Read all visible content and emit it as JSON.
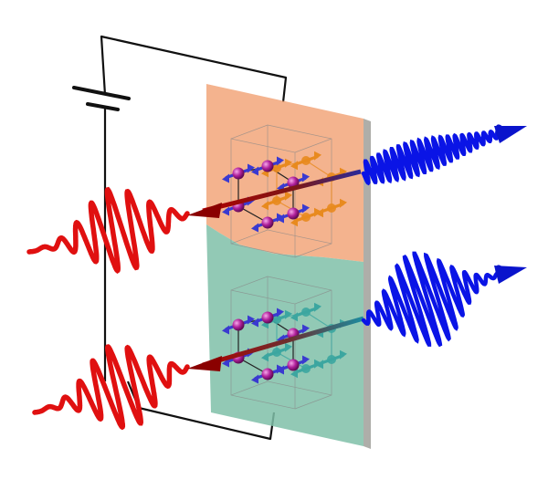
{
  "figure": {
    "background": "#ffffff",
    "panel_top_color": "#f2a67a",
    "panel_bottom_color": "#7fbfa8",
    "panel_edge_color": "#9a8f86",
    "wire_color": "#111111",
    "battery_color": "#111111",
    "incident_pulse_color": "#e01010",
    "incident_beam_color": "#9a0000",
    "emitted_pulse_color": "#0a14e6",
    "emitted_arrow_color": "#0a14cc",
    "atom_color": "#b0209a",
    "spin_top_color": "#e88a1e",
    "spin_bottom_color": "#3ca6a0",
    "spin_dark_color": "#3a3ad0",
    "lattice_line_color": "#222222"
  },
  "elements": {
    "circuit": "circuit-wire",
    "battery": "battery-icon",
    "panels": [
      "magnetic-film-top",
      "magnetic-film-bottom"
    ],
    "incident_pulses": [
      "incident-pulse-top",
      "incident-pulse-bottom"
    ],
    "emitted_pulses": [
      "emitted-pulse-top",
      "emitted-pulse-bottom"
    ],
    "lattices": [
      "spin-lattice-top",
      "spin-lattice-bottom"
    ]
  }
}
